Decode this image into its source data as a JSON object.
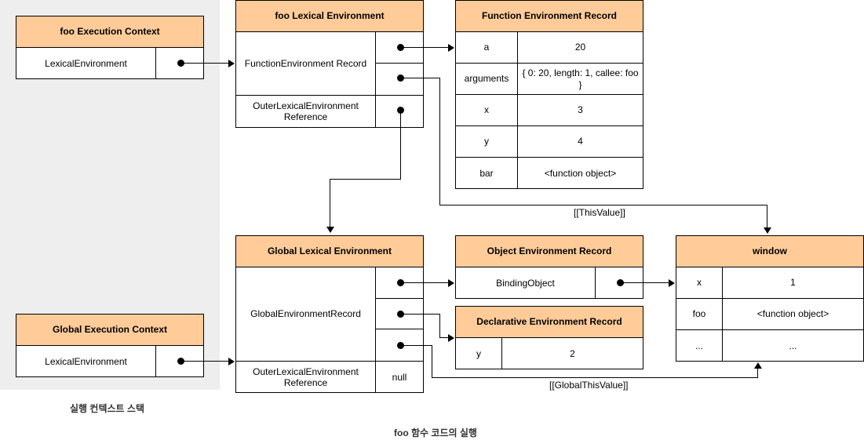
{
  "diagram": {
    "title_caption": "foo 함수 코드의 실행",
    "stack_caption": "실행 컨텍스트 스택",
    "colors": {
      "header_fill": "#ffcc99",
      "panel_fill": "#eeeeee",
      "stroke": "#000000",
      "background": "#ffffff"
    },
    "edge_labels": {
      "this_value": "[[ThisValue]]",
      "global_this_value": "[[GlobalThisValue]]"
    }
  },
  "foo_execution_context": {
    "header": "foo Execution Context",
    "rows": [
      {
        "label": "LexicalEnvironment",
        "value": ""
      }
    ]
  },
  "global_execution_context": {
    "header": "Global Execution Context",
    "rows": [
      {
        "label": "LexicalEnvironment",
        "value": ""
      }
    ]
  },
  "foo_lexical_environment": {
    "header": "foo Lexical Environment",
    "rows": [
      {
        "label": "FunctionEnvironment Record",
        "value": ""
      },
      {
        "label": "OuterLexicalEnvironment Reference",
        "value": ""
      }
    ]
  },
  "global_lexical_environment": {
    "header": "Global Lexical Environment",
    "rows": [
      {
        "label": "GlobalEnvironmentRecord",
        "value": ""
      },
      {
        "label": "OuterLexicalEnvironment Reference",
        "value": "null"
      }
    ]
  },
  "function_environment_record": {
    "header": "Function Environment Record",
    "rows": [
      {
        "key": "a",
        "value": "20"
      },
      {
        "key": "arguments",
        "value": "{ 0: 20, length: 1, callee: foo }"
      },
      {
        "key": "x",
        "value": "3"
      },
      {
        "key": "y",
        "value": "4"
      },
      {
        "key": "bar",
        "value": "<function object>"
      }
    ]
  },
  "object_environment_record": {
    "header": "Object Environment Record",
    "rows": [
      {
        "key": "BindingObject",
        "value": ""
      }
    ]
  },
  "declarative_environment_record": {
    "header": "Declarative Environment Record",
    "rows": [
      {
        "key": "y",
        "value": "2"
      }
    ]
  },
  "window_object": {
    "header": "window",
    "rows": [
      {
        "key": "x",
        "value": "1"
      },
      {
        "key": "foo",
        "value": "<function object>"
      },
      {
        "key": "...",
        "value": "..."
      }
    ]
  }
}
